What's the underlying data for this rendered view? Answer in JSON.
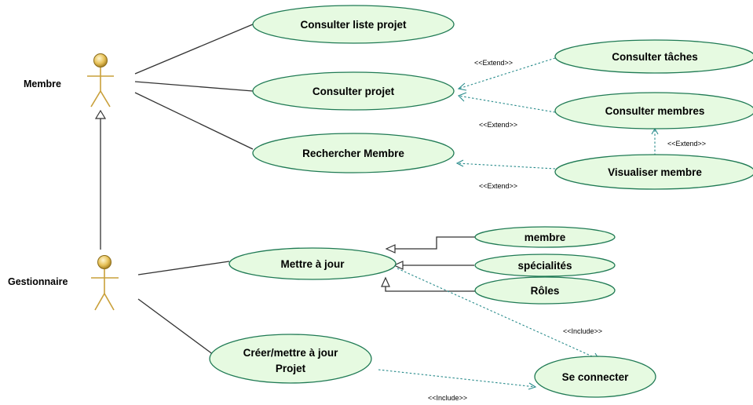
{
  "actors": {
    "membre": "Membre",
    "gestionnaire": "Gestionnaire"
  },
  "use_cases": {
    "consulter_liste_projet": "Consulter liste projet",
    "consulter_projet": "Consulter projet",
    "rechercher_membre": "Rechercher Membre",
    "consulter_taches": "Consulter tâches",
    "consulter_membres": "Consulter membres",
    "visualiser_membre": "Visualiser membre",
    "mettre_a_jour": "Mettre à jour",
    "membre": "membre",
    "specialites": "spécialités",
    "roles": "Rôles",
    "creer_projet_line1": "Créer/mettre à jour",
    "creer_projet_line2": "Projet",
    "se_connecter": "Se connecter"
  },
  "stereotypes": {
    "extend_taches": "<<Extend>>",
    "extend_membres": "<<Extend>>",
    "extend_visualiser_consulter": "<<Extend>>",
    "extend_visualiser_rechercher": "<<Extend>>",
    "include_mettre_a_jour": "<<Include>>",
    "include_creer_projet": "<<Include>>"
  },
  "colors": {
    "use_case_fill": "#e6fae1",
    "use_case_stroke": "#1f7a54",
    "dependency": "#2a8c8c",
    "actor": "#c9a03a"
  }
}
